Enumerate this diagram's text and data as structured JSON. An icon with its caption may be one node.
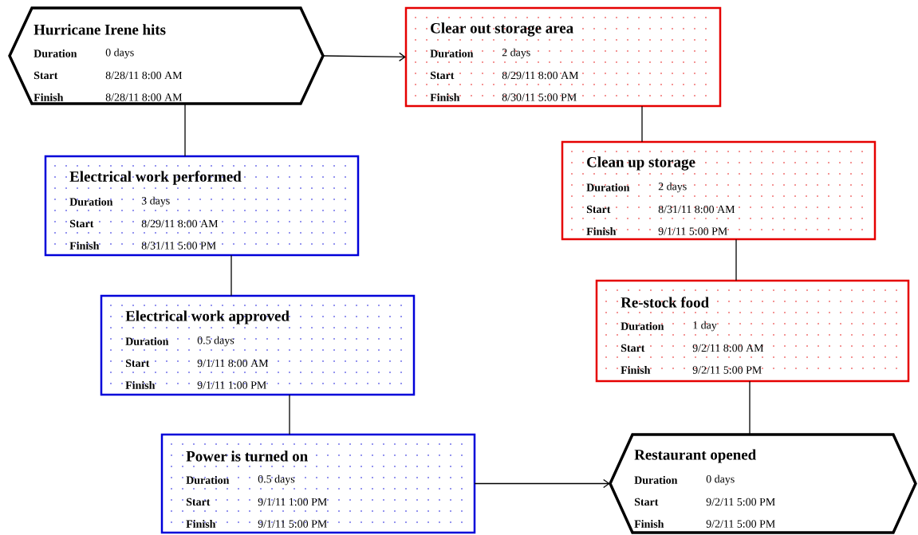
{
  "diagram": {
    "nodes": [
      {
        "text": [
          "Hurricane Irene hits",
          "Duration",
          "0 days",
          "Start",
          "8/28/11 8:00 AM",
          "Finish",
          "8/28/11 8:00 AM"
        ]
      },
      {
        "text": [
          "Clear out storage area",
          "Duration",
          "2 days",
          "Start",
          "8/29/11 8:00 AM",
          "Finish",
          "8/30/11 5:00 PM"
        ]
      },
      {
        "text": [
          "Clean up storage",
          "Duration",
          "2 days",
          "Start",
          "8/31/11 8:00 AM",
          "Finish",
          "9/1/11 5:00 PM"
        ]
      },
      {
        "text": [
          "Electrical work performed",
          "Duration",
          "3 days",
          "Start",
          "8/29/11 8:00 AM",
          "Finish",
          "8/31/11 5:00 PM"
        ]
      },
      {
        "text": [
          "Re-stock food",
          "Duration",
          "1 day",
          "Start",
          "9/2/11 8:00 AM",
          "Finish",
          "9/2/11 5:00 PM"
        ]
      },
      {
        "text": [
          "Electrical work approved",
          "Duration",
          "0.5 days",
          "Start",
          "9/1/11 8:00 AM",
          "Finish",
          "9/1/11 1:00 PM"
        ]
      },
      {
        "text": [
          "Power is turned on",
          "Duration",
          "0.5 days",
          "Start",
          "9/1/11 1:00 PM",
          "Finish",
          "9/1/11 5:00 PM"
        ]
      },
      {
        "text": [
          "Restaurant opened",
          "Duration",
          "0 days",
          "Start",
          "9/2/11 5:00 PM",
          "Finish",
          "9/2/11 5:00 PM"
        ]
      }
    ],
    "edges": [
      {
        "from": 0,
        "to": 1,
        "arrow": "to"
      },
      {
        "from": 0,
        "to": 3,
        "arrow": "none"
      },
      {
        "from": 3,
        "to": 5,
        "arrow": "none"
      },
      {
        "from": 5,
        "to": 6,
        "arrow": "none"
      },
      {
        "from": 6,
        "to": 7,
        "arrow": "to"
      },
      {
        "from": 1,
        "to": 2,
        "arrow": "none"
      },
      {
        "from": 2,
        "to": 4,
        "arrow": "none"
      },
      {
        "from": 4,
        "to": 7,
        "arrow": "none"
      }
    ]
  }
}
